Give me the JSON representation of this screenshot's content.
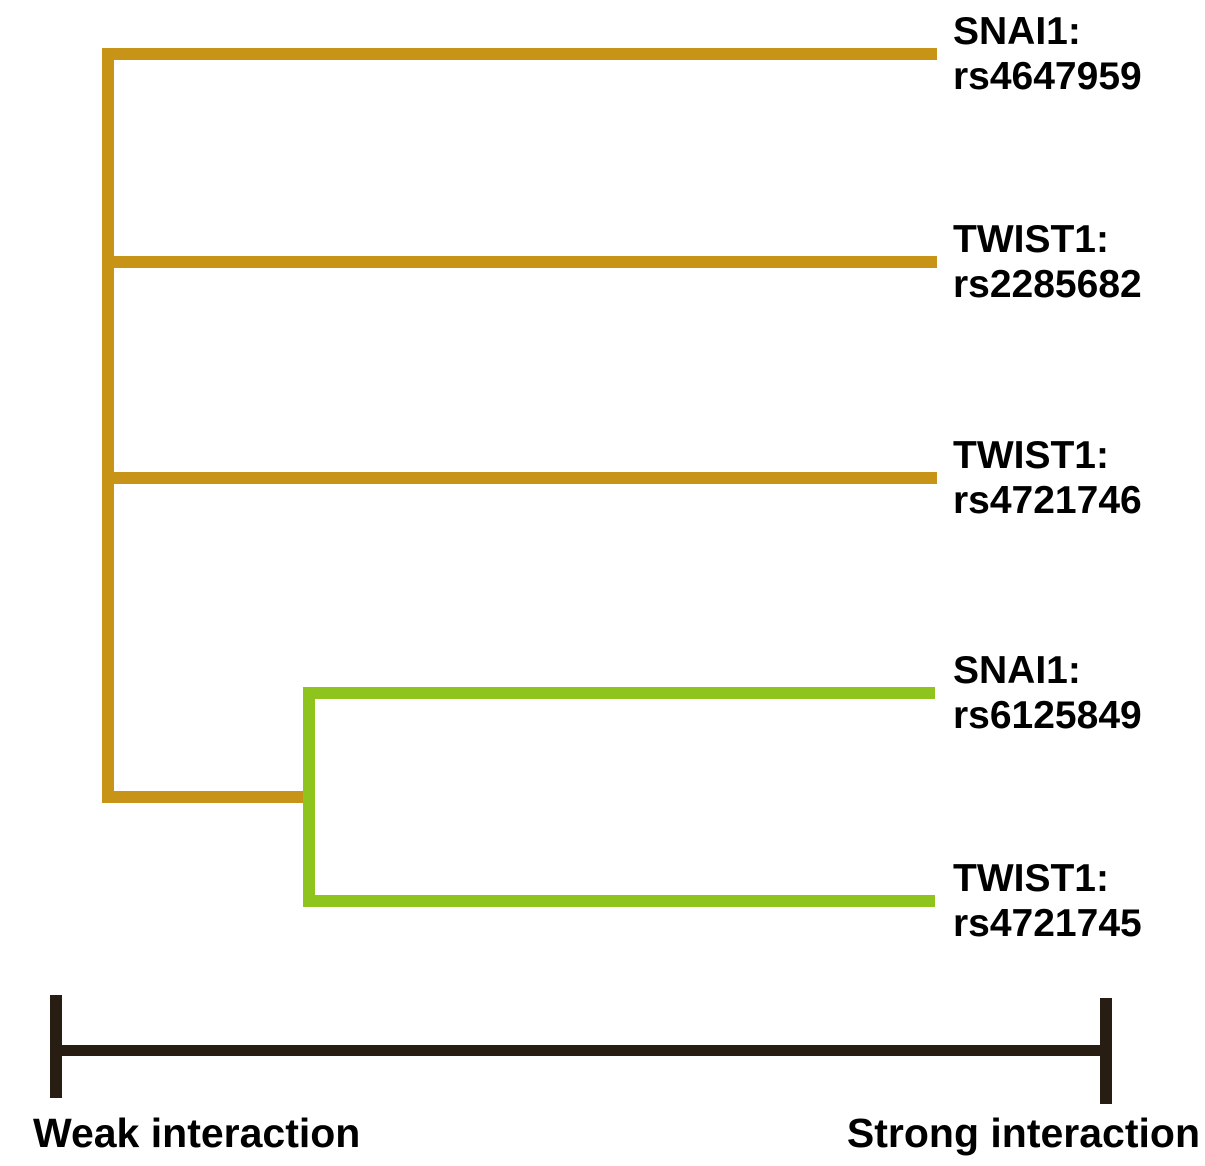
{
  "figure": {
    "type": "dendrogram",
    "description": "Gene-gene interaction dendrogram of SNAI1 and TWIST1 SNPs, branches colored by interaction cluster, with a weak-to-strong interaction scale bar below"
  },
  "colors": {
    "weak_cluster": "#C79418",
    "strong_cluster": "#8FC31E",
    "scale_bar": "#281D13",
    "text": "#000000",
    "background": "#FFFFFF"
  },
  "tree": {
    "leaves": [
      {
        "gene": "SNAI1:",
        "snp": "rs4647959",
        "cluster": "weak"
      },
      {
        "gene": "TWIST1:",
        "snp": "rs2285682",
        "cluster": "weak"
      },
      {
        "gene": "TWIST1:",
        "snp": "rs4721746",
        "cluster": "weak"
      },
      {
        "gene": "SNAI1:",
        "snp": "rs6125849",
        "cluster": "strong"
      },
      {
        "gene": "TWIST1:",
        "snp": "rs4721745",
        "cluster": "strong"
      }
    ],
    "clusters": [
      {
        "name": "weak",
        "color": "#C79418",
        "members": [
          "SNAI1: rs4647959",
          "TWIST1: rs2285682",
          "TWIST1: rs4721746"
        ]
      },
      {
        "name": "strong",
        "color": "#8FC31E",
        "members": [
          "SNAI1: rs6125849",
          "TWIST1: rs4721745"
        ]
      }
    ]
  },
  "axis": {
    "left_label": "Weak interaction",
    "right_label": "Strong interaction"
  }
}
